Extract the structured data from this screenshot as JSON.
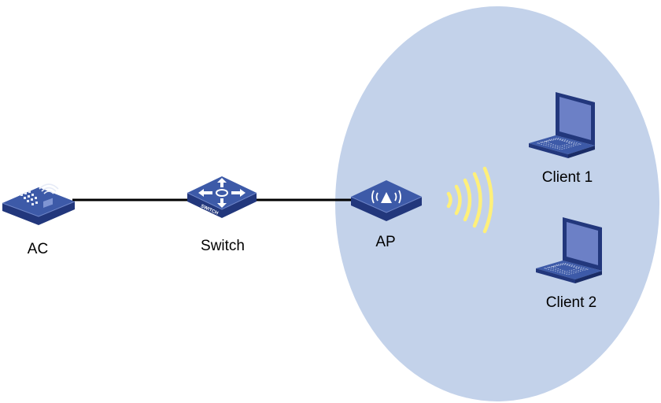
{
  "nodes": {
    "ac": {
      "label": "AC"
    },
    "switch": {
      "label": "Switch",
      "device_text": "SWITCH"
    },
    "ap": {
      "label": "AP"
    },
    "client1": {
      "label": "Client 1"
    },
    "client2": {
      "label": "Client 2"
    }
  },
  "colors": {
    "coverage_area": "#c3d2ea",
    "device_top": "#3d5aa8",
    "device_side": "#22377c",
    "link": "#000000",
    "wireless_signal": "#fff07a"
  },
  "icons": {
    "ac": "wireless-controller-icon",
    "switch": "switch-icon",
    "ap": "access-point-icon",
    "client": "laptop-icon"
  }
}
